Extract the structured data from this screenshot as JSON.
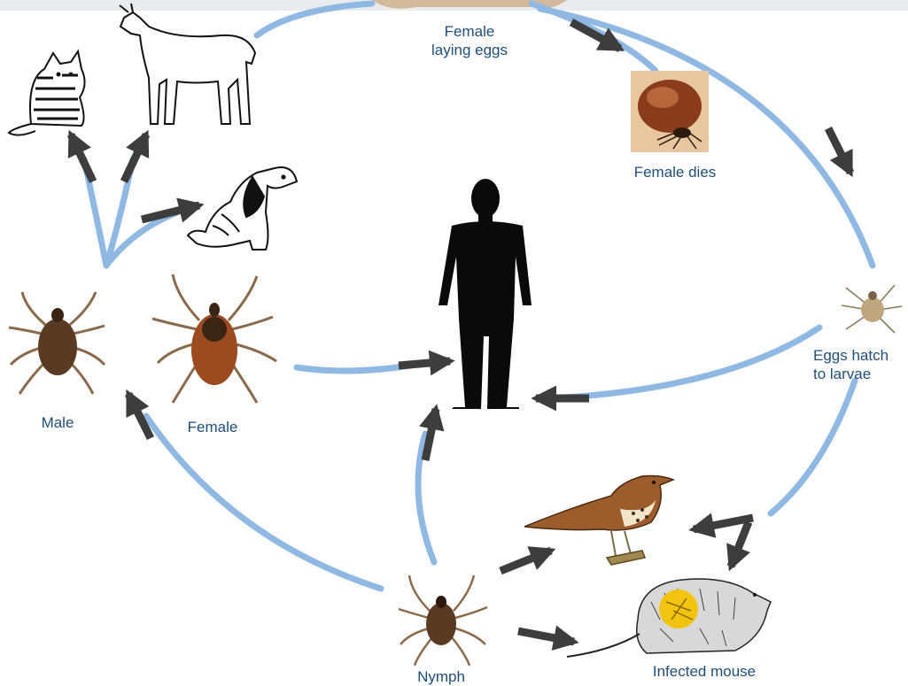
{
  "labels": {
    "female_laying": "Female\nlaying eggs",
    "female_dies": "Female dies",
    "eggs_hatch": "Eggs hatch\nto larvae",
    "male": "Male",
    "female": "Female",
    "nymph": "Nymph",
    "infected_mouse": "Infected mouse"
  },
  "colors": {
    "cycle_line": "#8fb8e3",
    "arrow": "#3d3d3d",
    "label": "#1f4e78",
    "tick_body": "#5a3a22",
    "tick_legs": "#8a6a4a",
    "silhouette": "#0a0a0a"
  },
  "icons": [
    "cat-drawing",
    "deer-drawing",
    "dog-drawing",
    "engorged-tick-photo",
    "larva-tick",
    "male-tick",
    "female-tick",
    "human-silhouette",
    "bird-drawing",
    "mouse-drawing",
    "nymph-tick"
  ]
}
